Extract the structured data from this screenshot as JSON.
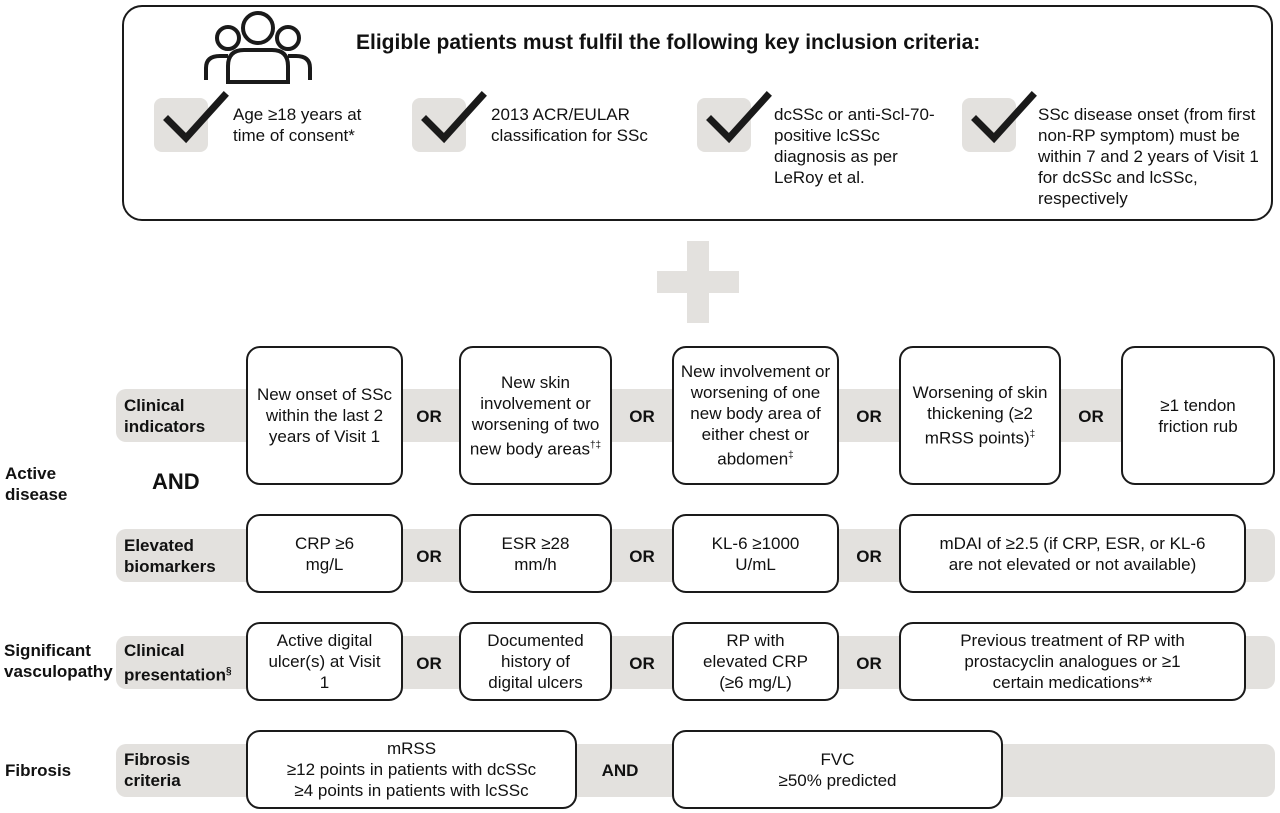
{
  "header": {
    "title": "Eligible patients must fulfil the following key inclusion criteria:",
    "criteria": [
      "Age ≥18 years at time of consent*",
      "2013 ACR/EULAR classification for SSc",
      "dcSSc or anti-Scl-70-positive lcSSc diagnosis as per LeRoy et al.",
      "SSc disease onset (from first non-RP symptom) must be within 7 and 2 years of Visit 1 for dcSSc and lcSSc, respectively"
    ]
  },
  "groups": {
    "active": "Active disease",
    "active_and": "AND",
    "vasculopathy": "Significant vasculopathy",
    "fibrosis": "Fibrosis"
  },
  "rows": {
    "clinical_indicators": {
      "label": "Clinical indicators",
      "boxes": [
        "New onset of SSc within the last 2 years of Visit 1",
        "New skin involvement or worsening of two new body areas",
        "New involvement or worsening of one new body area of either chest or abdomen",
        "Worsening of skin thickening (≥2 mRSS points)",
        "≥1 tendon friction rub"
      ],
      "footnotes": [
        "",
        "†‡",
        "‡",
        "‡",
        ""
      ]
    },
    "biomarkers": {
      "label": "Elevated biomarkers",
      "boxes": [
        "CRP ≥6 mg/L",
        "ESR ≥28 mm/h",
        "KL-6 ≥1000 U/mL",
        "mDAI of ≥2.5 (if CRP, ESR, or KL-6 are not elevated or not available)"
      ]
    },
    "presentation": {
      "label": "Clinical presentation",
      "footnote": "§",
      "boxes": [
        "Active digital ulcer(s) at Visit 1",
        "Documented history of digital ulcers",
        "RP with elevated CRP (≥6 mg/L)",
        "Previous treatment of RP with prostacyclin analogues or ≥1 certain medications**"
      ]
    },
    "fibrosis": {
      "label": "Fibrosis criteria",
      "box1_lines": [
        "mRSS",
        "≥12 points in patients with dcSSc",
        "≥4 points in patients with lcSSc"
      ],
      "connector": "AND",
      "box2_lines": [
        "FVC",
        "≥50% predicted"
      ]
    }
  },
  "operators": {
    "or": "OR"
  },
  "colors": {
    "band": "#e3e1de",
    "border": "#1a1a1a",
    "plus": "#e3e1de"
  },
  "icons": {
    "people": "people-group-icon",
    "check": "checkmark-icon",
    "plus": "plus-icon"
  }
}
